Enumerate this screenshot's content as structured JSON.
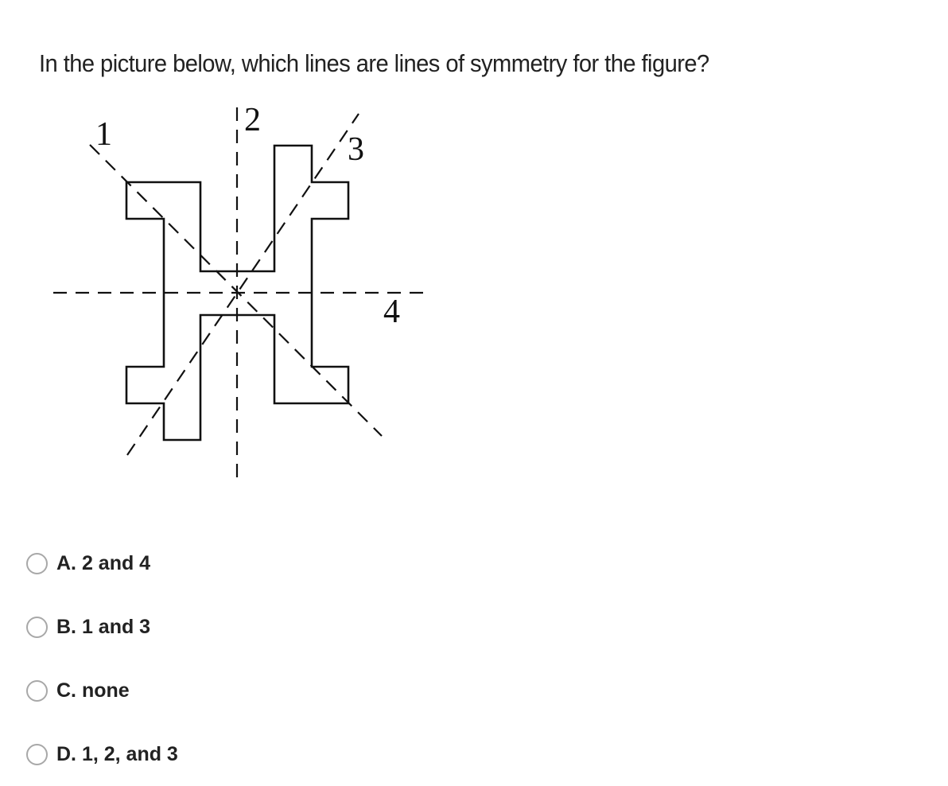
{
  "question": {
    "text": "In the picture below, which lines are lines of symmetry for the figure?"
  },
  "figure": {
    "line_labels": [
      "1",
      "2",
      "3",
      "4"
    ],
    "stroke_color": "#111111"
  },
  "options": [
    {
      "label": "A. 2 and 4"
    },
    {
      "label": "B. 1 and 3"
    },
    {
      "label": "C. none"
    },
    {
      "label": "D. 1, 2, and 3"
    }
  ]
}
